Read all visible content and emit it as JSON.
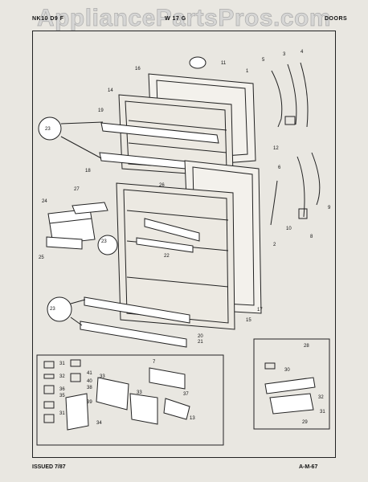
{
  "header": {
    "left": "NK10 D9 F",
    "middle": "W 17 G",
    "right": "DOORS"
  },
  "watermark": "AppliancePartsPros.com",
  "footer": {
    "issued": "ISSUED 7/87",
    "code": "A-M-67"
  },
  "callouts": [
    "1",
    "2",
    "3",
    "4",
    "5",
    "6",
    "7",
    "8",
    "9",
    "10",
    "11",
    "12",
    "13",
    "14",
    "15",
    "16",
    "17",
    "18",
    "19",
    "20",
    "21",
    "22",
    "23",
    "23",
    "23",
    "24",
    "25",
    "26",
    "27",
    "28",
    "29",
    "30",
    "31",
    "31",
    "31",
    "32",
    "32",
    "33",
    "33",
    "34",
    "35",
    "36",
    "37",
    "38",
    "39",
    "40",
    "41"
  ]
}
